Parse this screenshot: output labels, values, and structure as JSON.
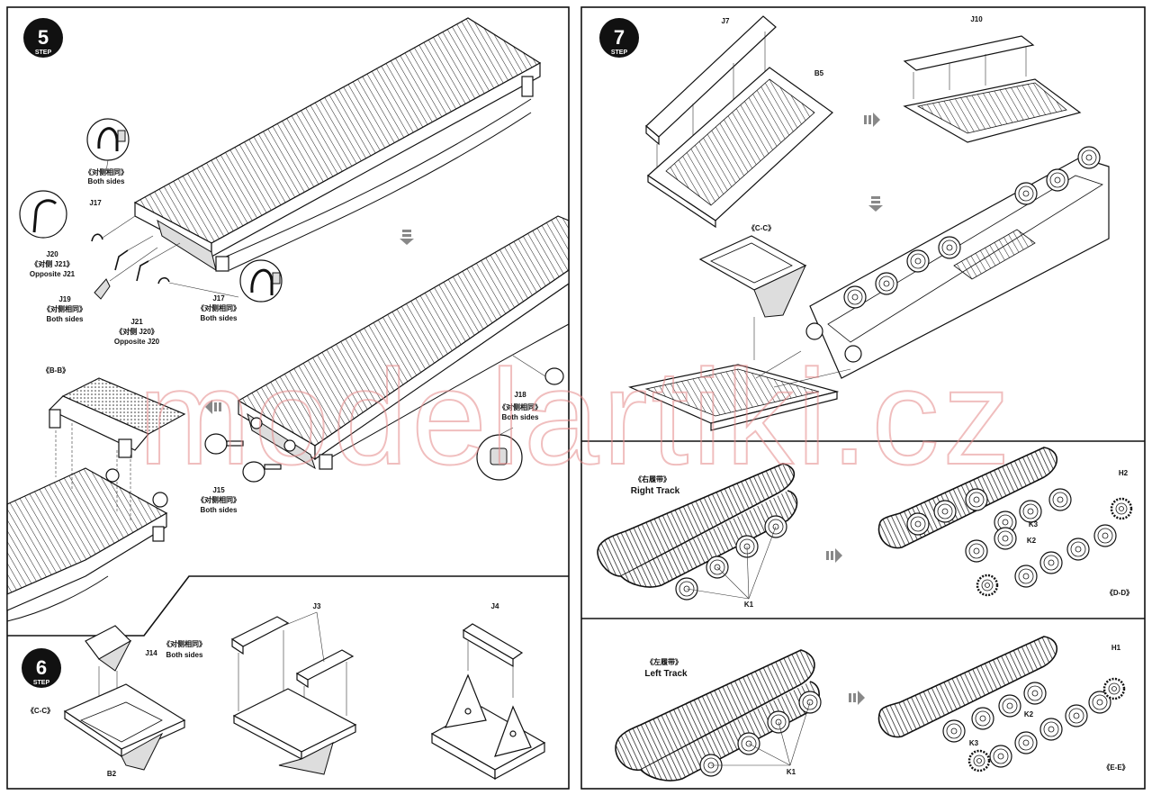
{
  "watermark": "modelartiki.cz",
  "steps": {
    "step5": {
      "number": "5",
      "word": "STEP"
    },
    "step6": {
      "number": "6",
      "word": "STEP"
    },
    "step7": {
      "number": "7",
      "word": "STEP"
    }
  },
  "step5_labels": {
    "both_sides_cn_a": "《对侧相同》",
    "both_sides_a": "Both sides",
    "j17_a": "J17",
    "j20": "J20",
    "opposite_j21_cn": "《对侧 J21》",
    "opposite_j21": "Opposite J21",
    "j19": "J19",
    "both_sides_cn_b": "《对侧相同》",
    "both_sides_b": "Both sides",
    "j21": "J21",
    "opposite_j20_cn": "《对侧 J20》",
    "opposite_j20": "Opposite J20",
    "j17_b": "J17",
    "both_sides_cn_c": "《对侧相同》",
    "both_sides_c": "Both sides",
    "bb": "《B-B》",
    "j15": "J15",
    "both_sides_cn_d": "《对侧相同》",
    "both_sides_d": "Both sides",
    "j18": "J18",
    "both_sides_cn_e": "《对侧相同》",
    "both_sides_e": "Both sides"
  },
  "step6_labels": {
    "j14": "J14",
    "both_sides_cn": "《对侧相同》",
    "both_sides": "Both sides",
    "cc": "《C-C》",
    "b2": "B2",
    "j3": "J3",
    "j4": "J4"
  },
  "step7_labels": {
    "j7": "J7",
    "b5": "B5",
    "j10": "J10",
    "cc": "《C-C》"
  },
  "right_track": {
    "cn": "《右履带》",
    "en": "Right Track",
    "k1": "K1",
    "k2": "K2",
    "k3": "K3",
    "h2": "H2",
    "dd": "《D-D》"
  },
  "left_track": {
    "cn": "《左履带》",
    "en": "Left Track",
    "k1": "K1",
    "k2": "K2",
    "k3": "K3",
    "h1": "H1",
    "ee": "《E-E》"
  }
}
